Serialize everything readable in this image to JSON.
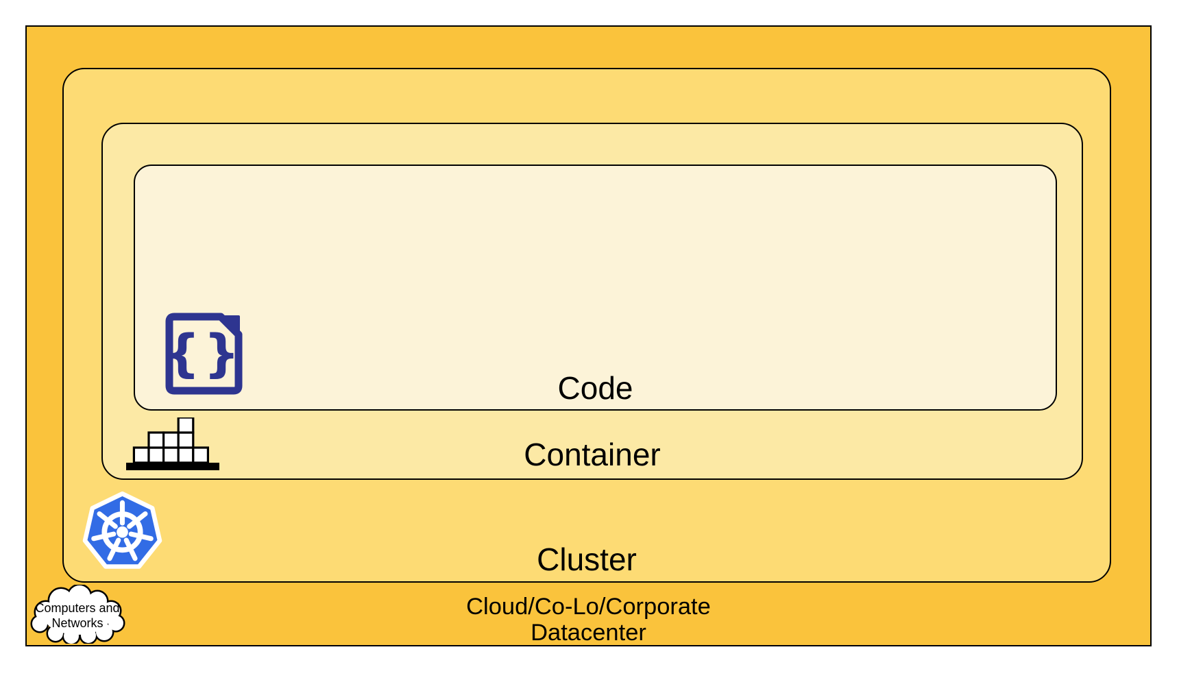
{
  "diagram": {
    "layers": {
      "code": {
        "label": "Code",
        "fill": "#FCF3D8"
      },
      "container": {
        "label": "Container",
        "fill": "#FCE9A5"
      },
      "cluster": {
        "label": "Cluster",
        "fill": "#FDDB74"
      },
      "datacenter": {
        "label_line1": "Cloud/Co-Lo/Corporate",
        "label_line2": "Datacenter",
        "fill": "#FAC33C"
      }
    },
    "border_color": "#000000",
    "icons": {
      "code_file": {
        "glyph": "{}",
        "color": "#2E3590"
      },
      "container_stack": {
        "box_fill": "#FFFFFF",
        "outline": "#000000"
      },
      "kubernetes": {
        "fill": "#326CE5",
        "wheel_color": "#FFFFFF"
      },
      "cloud": {
        "label_line1": "Computers and",
        "label_line2": "Networks",
        "fill": "#FFFFFF",
        "outline": "#000000"
      }
    }
  }
}
